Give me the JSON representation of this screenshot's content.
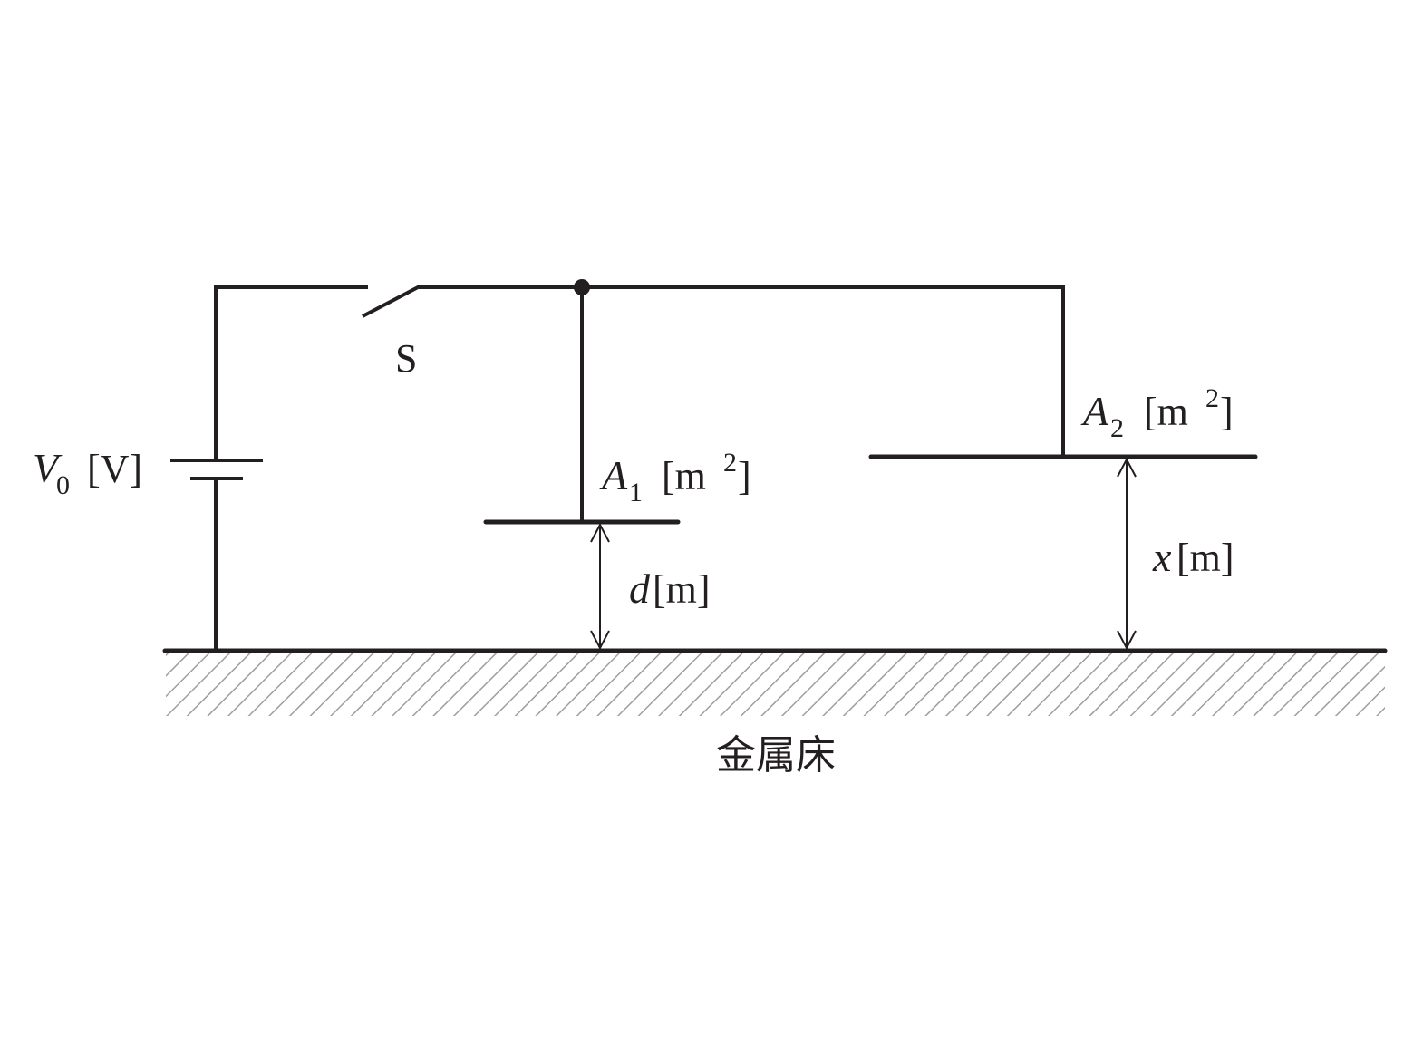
{
  "labels": {
    "switch": "S",
    "battery": {
      "symbol": "V",
      "subscript": "0",
      "unit": "[V]"
    },
    "plate1": {
      "symbol": "A",
      "subscript": "1",
      "unit": "[m",
      "power": "2",
      "close": "]"
    },
    "plate2": {
      "symbol": "A",
      "subscript": "2",
      "unit": "[m",
      "power": "2",
      "close": "]"
    },
    "gap1": {
      "symbol": "d",
      "unit": "[m]"
    },
    "gap2": {
      "symbol": "x",
      "unit": "[m]"
    },
    "floor": "金属床"
  },
  "colors": {
    "ink": "#231f20",
    "hatch": "#9e9e9e"
  }
}
